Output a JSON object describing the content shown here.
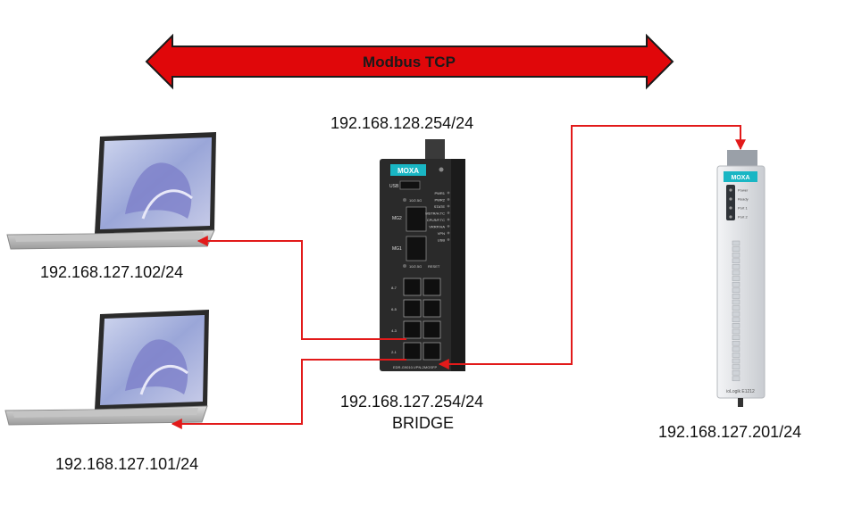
{
  "protocol_label": "Modbus TCP",
  "labels": {
    "laptop_top_ip": "192.168.127.102/24",
    "laptop_bottom_ip": "192.168.127.101/24",
    "router_wan_ip": "192.168.128.254/24",
    "router_lan_ip": "192.168.127.254/24",
    "router_mode": "BRIDGE",
    "io_module_ip": "192.168.127.201/24"
  },
  "router": {
    "brand": "MOXA",
    "usb_label": "USB",
    "port_group_labels": [
      "MG2",
      "MG1"
    ],
    "status_leds": [
      "PWR1",
      "PWR2",
      "STATE",
      "MSTR/H.TC",
      "CPLR/F.TC",
      "VRRP/HA",
      "VPN",
      "USB"
    ],
    "speed_note_top": "10/2.5G",
    "speed_note_bottom": "10/2.5G",
    "reset_label": "RESET",
    "port_pair_labels": [
      "8-7",
      "6-5",
      "4-3",
      "2-1"
    ],
    "model": "EDR-G9010-VPN-2MGSFP"
  },
  "io_module": {
    "brand": "MOXA",
    "leds": [
      "Power",
      "Ready",
      "Port 1",
      "Port 2"
    ],
    "model": "ioLogik E1212"
  },
  "colors": {
    "arrow_fill": "#e0070a",
    "arrow_stroke": "#1a1a1a",
    "link_line": "#e21a1a",
    "router_body": "#2a2a2a",
    "io_body": "#e3e6ea"
  }
}
